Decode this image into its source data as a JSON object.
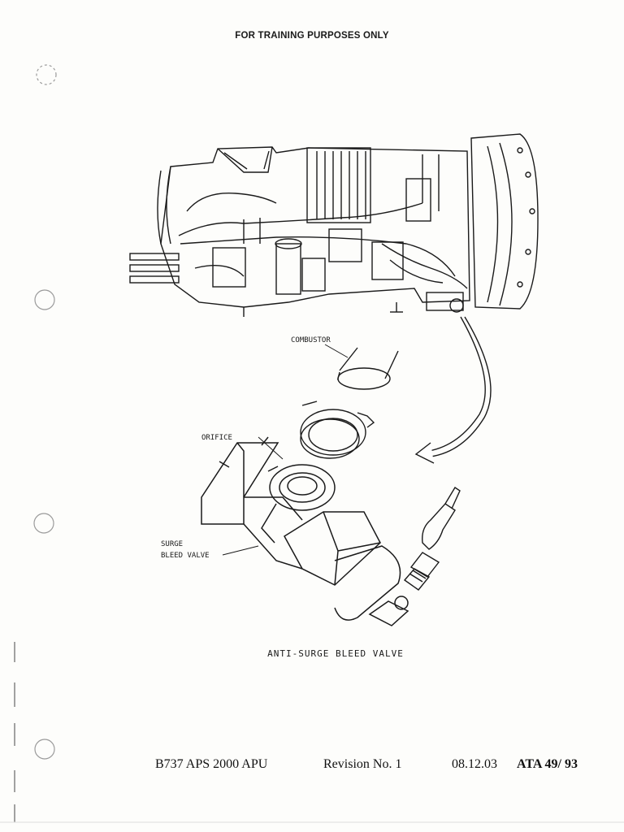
{
  "header": {
    "text": "FOR TRAINING PURPOSES ONLY"
  },
  "figure": {
    "labels": {
      "combustor": "COMBUSTOR",
      "orifice": "ORIFICE",
      "surge_line1": "SURGE",
      "surge_line2": "BLEED VALVE"
    },
    "caption": "ANTI-SURGE BLEED VALVE"
  },
  "footer": {
    "model": "B737 APS 2000 APU",
    "revision": "Revision No. 1",
    "date": "08.12.03",
    "ata": "ATA 49/ 93"
  }
}
